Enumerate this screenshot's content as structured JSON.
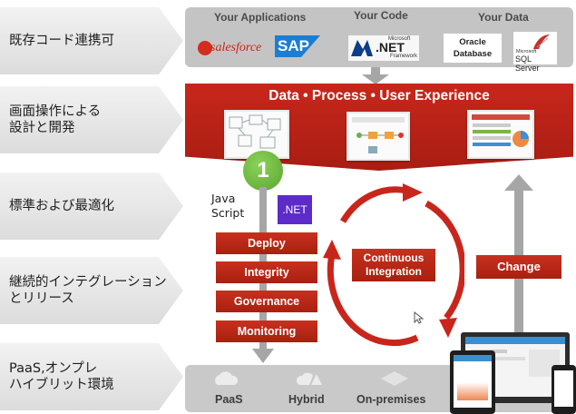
{
  "left_labels": [
    "既存コード連携可",
    "画面操作による\n設計と開発",
    "標準および最適化",
    "継続的インテグレーション\nとリリース",
    "PaaS,オンプレ\nハイブリット環境"
  ],
  "sources": {
    "apps_heading": "Your Applications",
    "code_heading": "Your Code",
    "data_heading": "Your Data",
    "salesforce": "salesforce",
    "sap": "SAP",
    "microsoft": "Microsoft",
    "net": ".NET",
    "framework": "Framework",
    "oracle_line1": "Oracle",
    "oracle_line2": "Database",
    "sql_microsoft": "Microsoft",
    "sql_server": "SQL Server"
  },
  "red_band_title": "Data • Process • User Experience",
  "step_number": "1",
  "java_script": "Java\nScript",
  "dotnet_badge": ".NET",
  "steps": [
    "Deploy",
    "Integrity",
    "Governance",
    "Monitoring"
  ],
  "ci_label": "Continuous\nIntegration",
  "change_label": "Change",
  "platforms": [
    "PaaS",
    "Hybrid",
    "On-premises"
  ],
  "colors": {
    "red": "#b8231a",
    "green": "#6eb63c",
    "purple": "#5c2bc9",
    "gray_arrow": "#a6a6a6"
  }
}
